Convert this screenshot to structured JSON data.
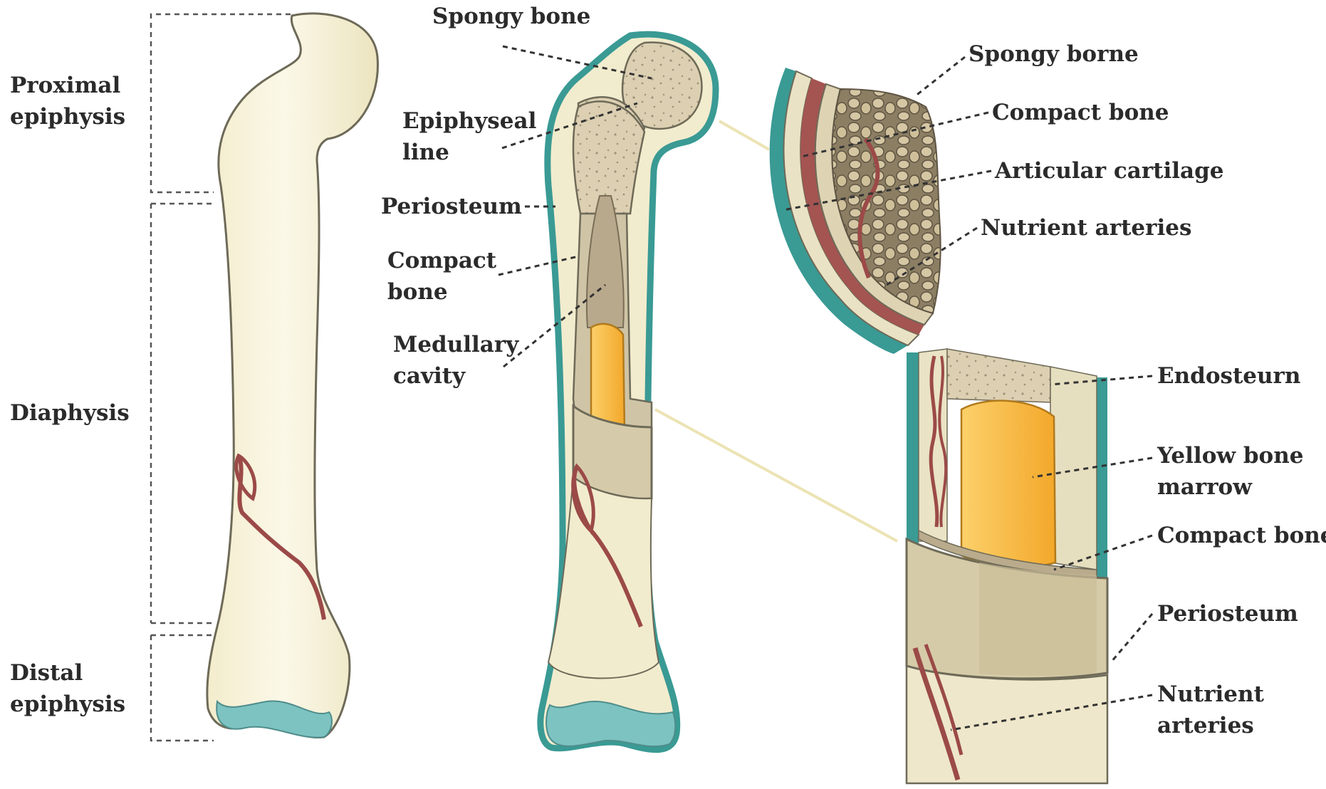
{
  "colors": {
    "bone_fill": "#f2ecce",
    "bone_outline": "#6e6a58",
    "periosteum": "#3a9a94",
    "spongy": "#d9ccb0",
    "compact": "#cfc4a6",
    "marrow": "#f7b733",
    "artery": "#9b4a48",
    "cartilage": "#7cc3c2"
  },
  "regions": {
    "proximal_epiphysis": "Proximal\nepiphysis",
    "diaphysis": "Diaphysis",
    "distal_epiphysis": "Distal\nepiphysis"
  },
  "section_labels": {
    "spongy_bone": "Spongy bone",
    "epiphyseal_line": "Epiphyseal\nline",
    "periosteum": "Periosteum",
    "compact_bone": "Compact\nbone",
    "medullary_cavity": "Medullary\ncavity"
  },
  "head_detail_labels": {
    "spongy_borne": "Spongy borne",
    "compact_bone": "Compact bone",
    "articular_cartilage": "Articular cartilage",
    "nutrient_arteries": "Nutrient arteries"
  },
  "shaft_detail_labels": {
    "endosteum": "Endosteurn",
    "yellow_bone_marrow": "Yellow bone\nmarrow",
    "compact_bone": "Compact bone",
    "periosteum": "Periosteum",
    "nutrient_arteries": "Nutrient\narteries"
  }
}
